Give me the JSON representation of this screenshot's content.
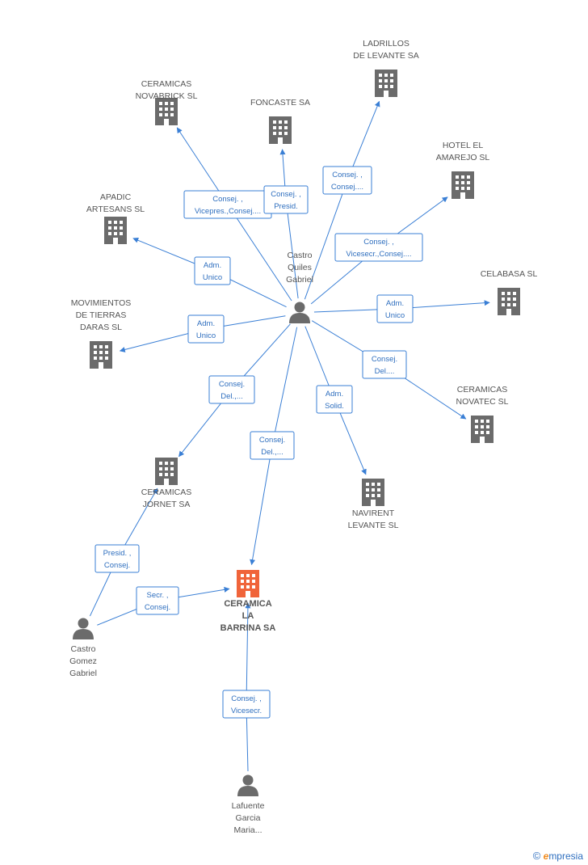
{
  "companies": [
    {
      "id": "novabrick",
      "lines": [
        "CERAMICAS",
        "NOVABRICK SL"
      ]
    },
    {
      "id": "foncaste",
      "lines": [
        "FONCASTE SA"
      ]
    },
    {
      "id": "ladrillos",
      "lines": [
        "LADRILLOS",
        "DE LEVANTE SA"
      ]
    },
    {
      "id": "hotel",
      "lines": [
        "HOTEL EL",
        "AMAREJO SL"
      ]
    },
    {
      "id": "apadic",
      "lines": [
        "APADIC",
        "ARTESANS SL"
      ]
    },
    {
      "id": "celabasa",
      "lines": [
        "CELABASA SL"
      ]
    },
    {
      "id": "movimientos",
      "lines": [
        "MOVIMIENTOS",
        "DE TIERRAS",
        "DARAS SL"
      ]
    },
    {
      "id": "novatec",
      "lines": [
        "CERAMICAS",
        "NOVATEC SL"
      ]
    },
    {
      "id": "jornet",
      "lines": [
        "CERAMICAS",
        "JORNET SA"
      ]
    },
    {
      "id": "navirent",
      "lines": [
        "NAVIRENT",
        "LEVANTE SL"
      ]
    },
    {
      "id": "barrina",
      "lines": [
        "CERAMICA",
        "LA",
        "BARRINA SA"
      ],
      "main": true
    }
  ],
  "people": [
    {
      "id": "quiles",
      "lines": [
        "Castro",
        "Quiles",
        "Gabriel"
      ]
    },
    {
      "id": "gomez",
      "lines": [
        "Castro",
        "Gomez",
        "Gabriel"
      ]
    },
    {
      "id": "lafuente",
      "lines": [
        "Lafuente",
        "Garcia",
        "Maria..."
      ]
    }
  ],
  "relations": [
    {
      "id": "r_novabrick",
      "lines": [
        "Consej. ,",
        "Vicepres.,Consej...."
      ]
    },
    {
      "id": "r_foncaste",
      "lines": [
        "Consej. ,",
        "Presid."
      ]
    },
    {
      "id": "r_ladrillos",
      "lines": [
        "Consej. ,",
        "Consej...."
      ]
    },
    {
      "id": "r_hotel",
      "lines": [
        "Consej. ,",
        "Vicesecr.,Consej...."
      ]
    },
    {
      "id": "r_apadic",
      "lines": [
        "Adm.",
        "Unico"
      ]
    },
    {
      "id": "r_celabasa",
      "lines": [
        "Adm.",
        "Unico"
      ]
    },
    {
      "id": "r_movimientos",
      "lines": [
        "Adm.",
        "Unico"
      ]
    },
    {
      "id": "r_novatec",
      "lines": [
        "Consej.",
        "Del...."
      ]
    },
    {
      "id": "r_jornet",
      "lines": [
        "Consej.",
        "Del.,..."
      ]
    },
    {
      "id": "r_navirent",
      "lines": [
        "Adm.",
        "Solid."
      ]
    },
    {
      "id": "r_barrina_q",
      "lines": [
        "Consej.",
        "Del.,..."
      ]
    },
    {
      "id": "r_gomez_jornet",
      "lines": [
        "Presid. ,",
        "Consej."
      ]
    },
    {
      "id": "r_gomez_barrina",
      "lines": [
        "Secr. ,",
        "Consej."
      ]
    },
    {
      "id": "r_lafuente",
      "lines": [
        "Consej. ,",
        "Vicesecr."
      ]
    }
  ],
  "colors": {
    "edge": "#3a7fd5",
    "building": "#6b6b6b",
    "main_building": "#f0643a",
    "person": "#6b6b6b"
  },
  "footer": {
    "copyright_symbol": "©",
    "brand_initial": "e",
    "brand_rest": "mpresia"
  }
}
